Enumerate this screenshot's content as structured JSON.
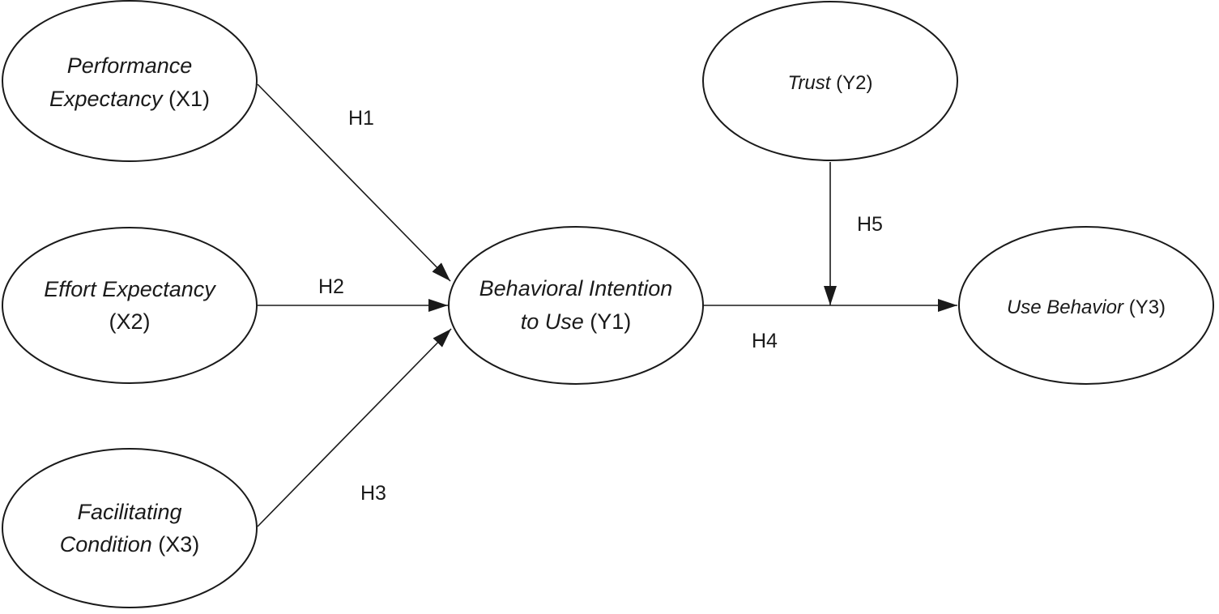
{
  "diagram": {
    "nodes": {
      "x1": {
        "line1": "Performance",
        "line2_italic": "Expectancy",
        "code": " (X1)"
      },
      "x2": {
        "line1": "Effort Expectancy",
        "code": "(X2)"
      },
      "x3": {
        "line1": "Facilitating",
        "line2_italic": "Condition",
        "code": " (X3)"
      },
      "y1": {
        "line1": "Behavioral Intention",
        "line2_italic": "to Use",
        "code": " (Y1)"
      },
      "y2": {
        "name_italic": "Trust",
        "code": " (Y2)"
      },
      "y3": {
        "name_italic": "Use Behavior",
        "code": " (Y3)"
      }
    },
    "hypotheses": {
      "h1": "H1",
      "h2": "H2",
      "h3": "H3",
      "h4": "H4",
      "h5": "H5"
    },
    "edges": [
      {
        "from": "Performance Expectancy (X1)",
        "to": "Behavioral Intention to Use (Y1)",
        "label": "H1"
      },
      {
        "from": "Effort Expectancy (X2)",
        "to": "Behavioral Intention to Use (Y1)",
        "label": "H2"
      },
      {
        "from": "Facilitating Condition (X3)",
        "to": "Behavioral Intention to Use (Y1)",
        "label": "H3"
      },
      {
        "from": "Behavioral Intention to Use (Y1)",
        "to": "Use Behavior (Y3)",
        "label": "H4"
      },
      {
        "from": "Trust (Y2)",
        "to": "H4 path (moderation)",
        "label": "H5"
      }
    ],
    "colors": {
      "stroke": "#1a1a1a",
      "background": "#ffffff"
    }
  }
}
